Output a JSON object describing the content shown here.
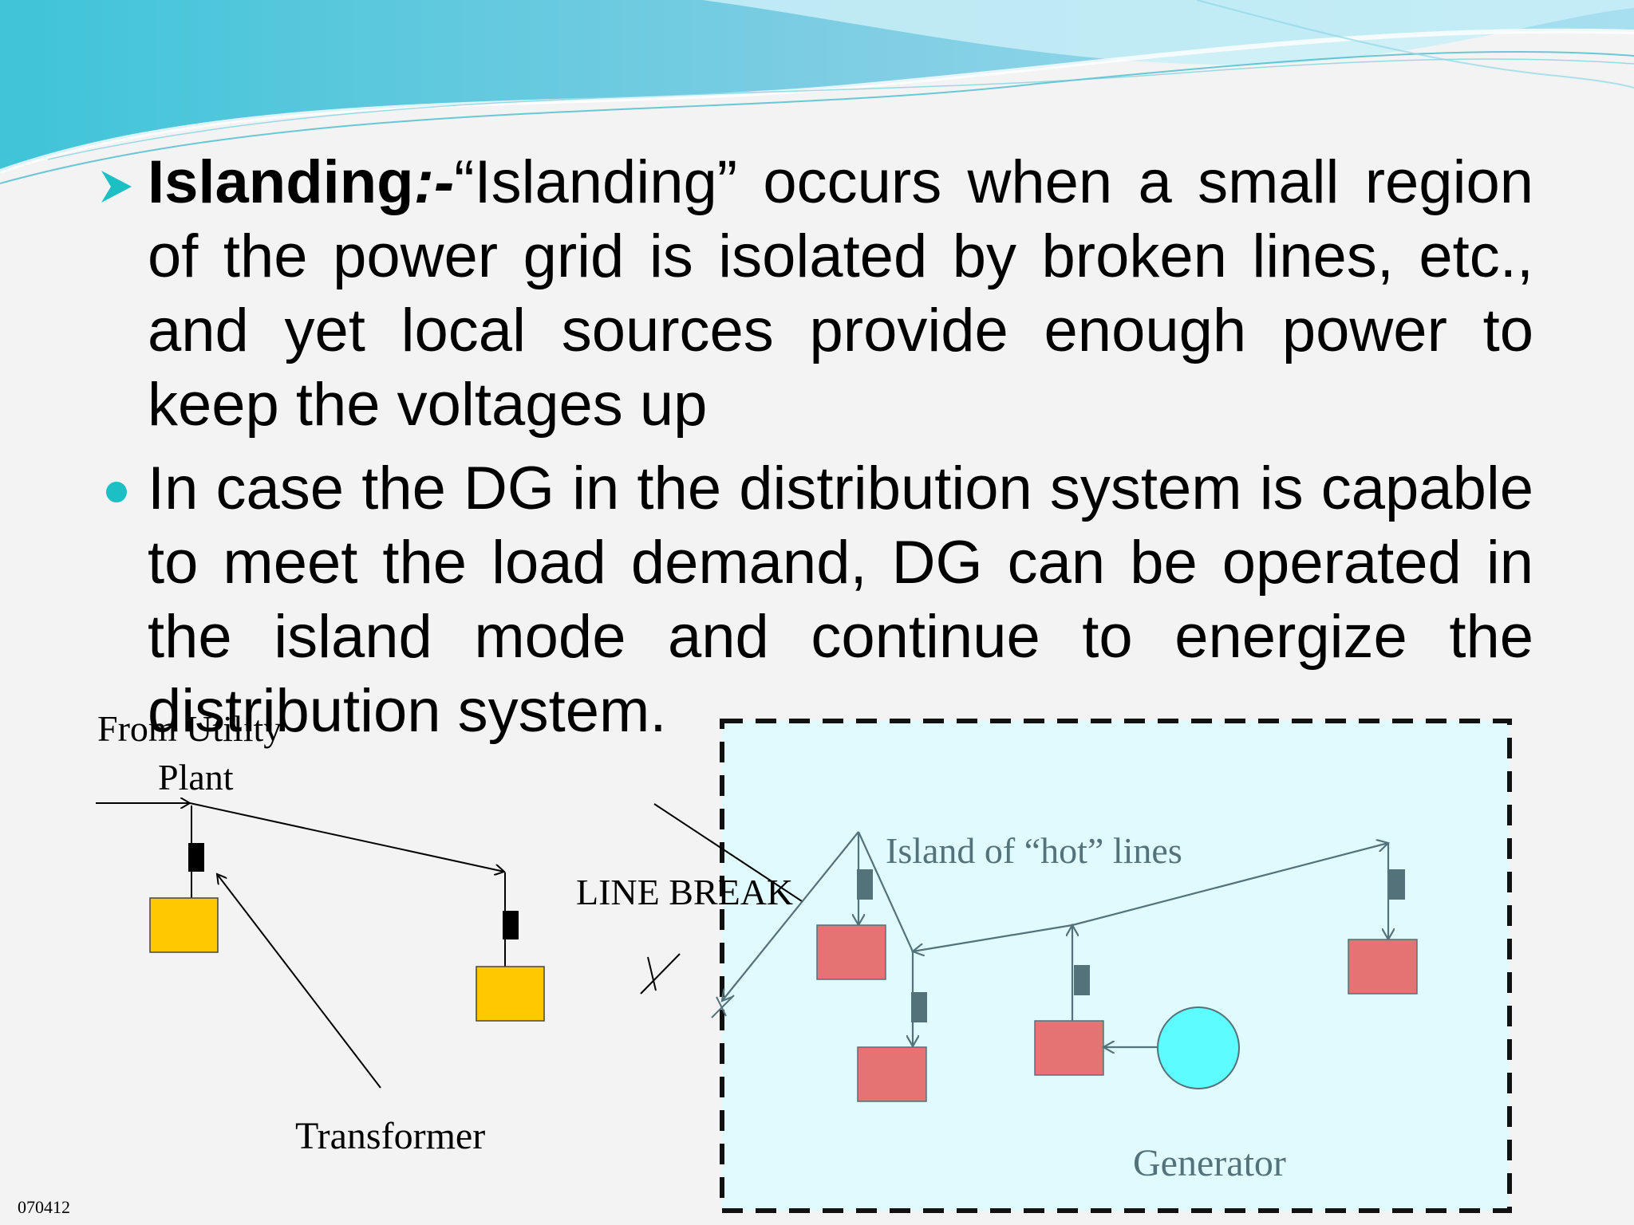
{
  "slide": {
    "bullets": [
      {
        "marker": "arrow-bullet-icon",
        "term": "Islanding",
        "separator": ":-",
        "text": "“Islanding” occurs when a small region of the power grid is isolated by broken lines, etc., and yet local sources provide enough power to keep the voltages up"
      },
      {
        "marker": "dot-bullet-icon",
        "text": "In case the DG in the distribution system is capable to meet the load demand, DG can be operated in the island mode and continue to energize the distribution system."
      }
    ],
    "footer_code": "070412"
  },
  "diagram": {
    "labels": {
      "utility_line1": "From Utility",
      "utility_line2": "Plant",
      "line_break": "LINE BREAK",
      "island": "Island of “hot” lines",
      "transformer": "Transformer",
      "generator": "Generator"
    },
    "colors": {
      "utility_load": "#ffc800",
      "island_load": "#e57373",
      "generator": "#5cfcff",
      "island_fill": "#e0fbfd",
      "island_line": "#53727a",
      "accent": "#1bbfc4"
    }
  }
}
